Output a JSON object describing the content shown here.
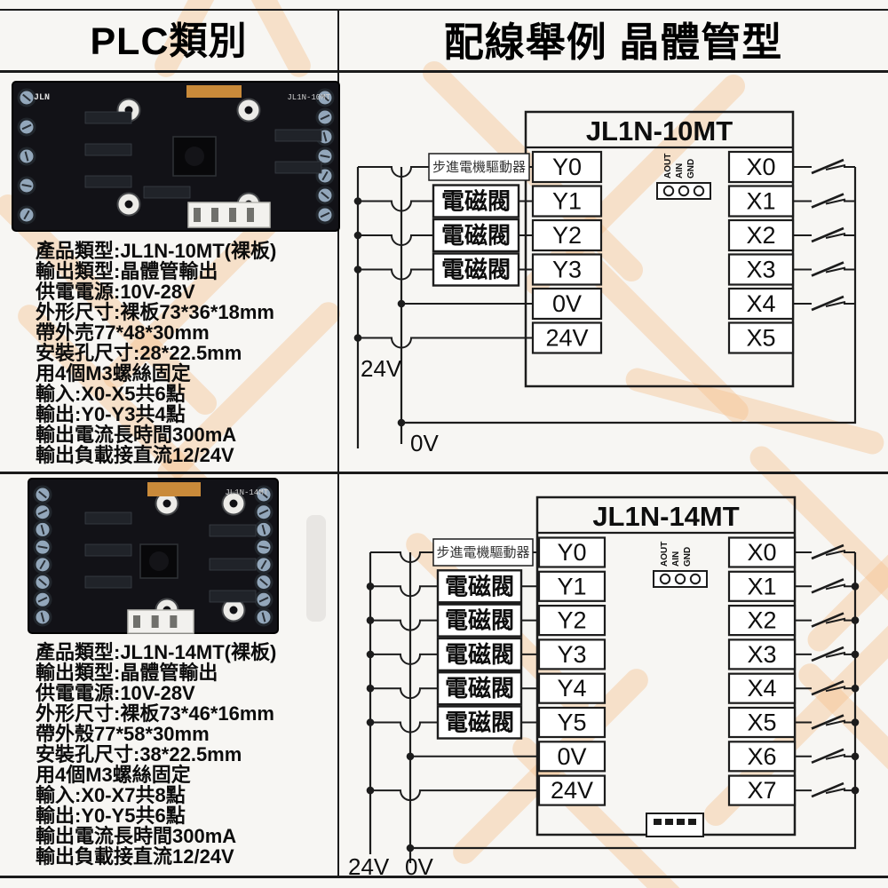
{
  "colors": {
    "watermark": "#f5c28f",
    "line": "#1c1c1c",
    "background": "#f7f6f3"
  },
  "header": {
    "left_title": "PLC類別",
    "right_title": "配線舉例 晶體管型"
  },
  "sections": [
    {
      "board": {
        "silkscreen": "JL1N-10MT",
        "logo": "JLN"
      },
      "specs": [
        "產品類型:JL1N-10MT(裸板)",
        "輸出類型:晶體管輸出",
        "供電電源:10V-28V",
        "外形尺寸:裸板73*36*18mm",
        "帶外売77*48*30mm",
        "安裝孔尺寸:28*22.5mm",
        "用4個M3螺絲固定",
        "輸入:X0-X5共6點",
        "輸出:Y0-Y3共4點",
        "輸出電流長時間300mA",
        "輸出負載接直流12/24V"
      ],
      "diagram": {
        "title": "JL1N-10MT",
        "output_terminals": [
          "Y0",
          "Y1",
          "Y2",
          "Y3"
        ],
        "power_terminals": [
          "0V",
          "24V"
        ],
        "input_terminals": [
          "X0",
          "X1",
          "X2",
          "X3",
          "X4",
          "X5"
        ],
        "loads": [
          "步進電機驅動器",
          "電磁閥",
          "電磁閥",
          "電磁閥"
        ],
        "analog_pins": [
          "AOUT",
          "AIN",
          "GND"
        ],
        "bus_labels": {
          "v24": "24V",
          "v0": "0V"
        },
        "switch_count": 5
      }
    },
    {
      "board": {
        "silkscreen": "JL1N-14MT",
        "logo": ""
      },
      "specs": [
        "產品類型:JL1N-14MT(裸板)",
        "輸出類型:晶體管輸出",
        "供電電源:10V-28V",
        "外形尺寸:裸板73*46*16mm",
        "帶外殼77*58*30mm",
        "安裝孔尺寸:38*22.5mm",
        "用4個M3螺絲固定",
        "輸入:X0-X7共8點",
        "輸出:Y0-Y5共6點",
        "輸出電流長時間300mA",
        "輸出負載接直流12/24V"
      ],
      "diagram": {
        "title": "JL1N-14MT",
        "output_terminals": [
          "Y0",
          "Y1",
          "Y2",
          "Y3",
          "Y4",
          "Y5"
        ],
        "power_terminals": [
          "0V",
          "24V"
        ],
        "input_terminals": [
          "X0",
          "X1",
          "X2",
          "X3",
          "X4",
          "X5",
          "X6",
          "X7"
        ],
        "loads": [
          "步進電機驅動器",
          "電磁閥",
          "電磁閥",
          "電磁閥",
          "電磁閥",
          "電磁閥"
        ],
        "analog_pins": [
          "AOUT",
          "AIN",
          "GND"
        ],
        "bus_labels": {
          "v24": "24V",
          "v0": "0V"
        },
        "switch_count": 8
      }
    }
  ]
}
